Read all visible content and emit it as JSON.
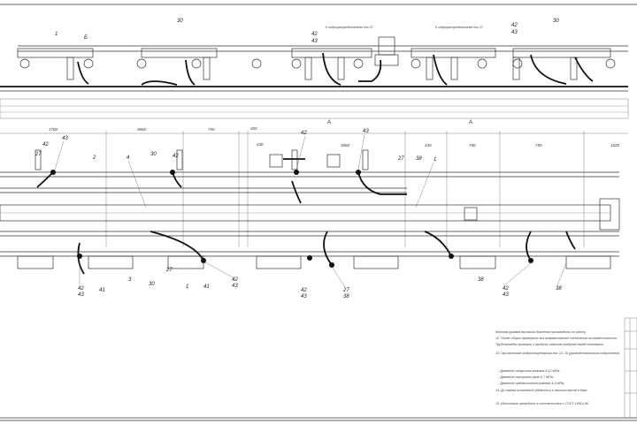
{
  "drawing": {
    "elevation_labels": {
      "pos1": "1",
      "pos30a": "30",
      "pos42a": "42",
      "pos43a": "43",
      "pos42b": "42",
      "pos43b": "43",
      "pos30b": "30",
      "sectionA": "A",
      "sectionB": "Б",
      "note_hyd1": "К гидрораспределителю поз.37",
      "note_hyd2": "К гидрораспределителю поз.37"
    },
    "dimensions": [
      "1700",
      "3060",
      "750",
      "300",
      "430",
      "3060",
      "430",
      "750",
      "750",
      "1520"
    ],
    "plan_labels": [
      "42",
      "43",
      "27",
      "2",
      "4",
      "30",
      "42",
      "42",
      "43",
      "27",
      "38",
      "1",
      "42",
      "43",
      "41",
      "3",
      "30",
      "27",
      "1",
      "41",
      "42",
      "43",
      "27",
      "38",
      "42",
      "43",
      "38",
      "42",
      "43",
      "38"
    ],
    "notes": [
      "Монтаж рукавов высокого давления производить по месту.",
      "12. После сборки проверить все гидравлические соединения на герметичность.",
      "Трубопроводы промыть и продуть сжатым воздухом перед монтажом.",
      "13. При монтаже гидрооборудования поз. 23, 26 руководствоваться гидросхемой.",
      "- Давление открытия клапана 8-12 МПа;",
      "- Давление настройки реле 6-7 МПа;",
      "- Давление срабатывания клапана 4-5 МПа;",
      "14. До начала испытаний убедиться в наличии масла в баке.",
      "15. Испытания проводить в соответствии с ГОСТ 16514-96."
    ]
  }
}
